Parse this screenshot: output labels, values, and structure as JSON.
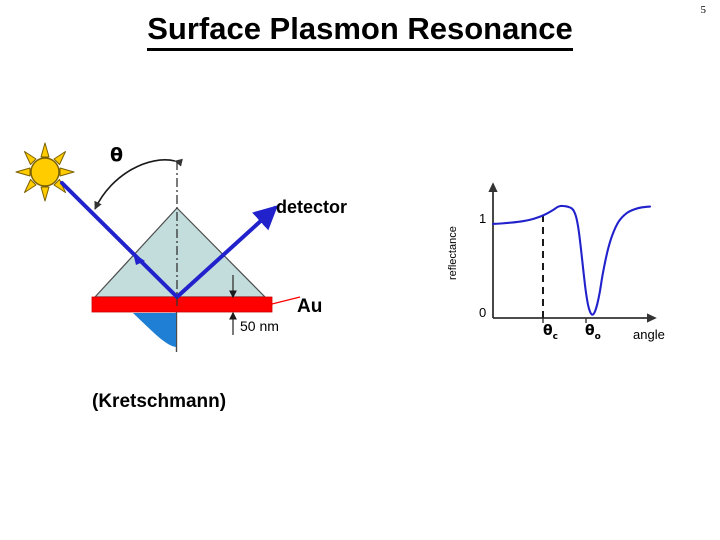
{
  "slide": {
    "page_number": "5",
    "title": "Surface Plasmon Resonance",
    "caption": "(Kretschmann)"
  },
  "diagram": {
    "name": "kretschmann-prism-configuration",
    "angle_label": "θ",
    "detector_label": "detector",
    "gold_layer_label": "Au",
    "thickness_label": "50 nm",
    "colors": {
      "prism_fill": "#c3dcdc",
      "prism_stroke": "#404040",
      "gold_layer": "#ff0000",
      "beam": "#2222cc",
      "evanescent": "#1f7fd4",
      "sun_fill": "#ffcc00",
      "sun_stroke": "#806600",
      "leader_line": "#ff0000"
    }
  },
  "chart_data": {
    "type": "line",
    "title": "",
    "xlabel": "angle",
    "ylabel": "reflectance",
    "xtick_labels": [
      "θc",
      "θo"
    ],
    "ytick_labels": [
      "0",
      "1"
    ],
    "ylim": [
      0,
      1.12
    ],
    "grid": false,
    "legend": false,
    "series": [
      {
        "name": "reflectance",
        "color": "#2222cc",
        "x": [
          0.0,
          0.06,
          0.12,
          0.18,
          0.24,
          0.3,
          0.34,
          0.38,
          0.41,
          0.43,
          0.445,
          0.46,
          0.48,
          0.5,
          0.515,
          0.53,
          0.545,
          0.56,
          0.575,
          0.59,
          0.605,
          0.62,
          0.635,
          0.65,
          0.665,
          0.68,
          0.7,
          0.73,
          0.76,
          0.8,
          0.85,
          0.9,
          0.95,
          1.0
        ],
        "y": [
          0.84,
          0.845,
          0.852,
          0.862,
          0.878,
          0.905,
          0.93,
          0.962,
          0.99,
          1.0,
          1.0,
          0.998,
          0.992,
          0.98,
          0.955,
          0.9,
          0.79,
          0.62,
          0.43,
          0.25,
          0.12,
          0.05,
          0.03,
          0.06,
          0.13,
          0.23,
          0.4,
          0.6,
          0.74,
          0.86,
          0.935,
          0.97,
          0.988,
          0.995
        ]
      }
    ],
    "markers": [
      {
        "name": "critical-angle-dashed-line",
        "x": 0.435,
        "style": "dashed-vertical",
        "label": "θc"
      },
      {
        "name": "resonance-angle",
        "x": 0.635,
        "label": "θo"
      }
    ]
  }
}
